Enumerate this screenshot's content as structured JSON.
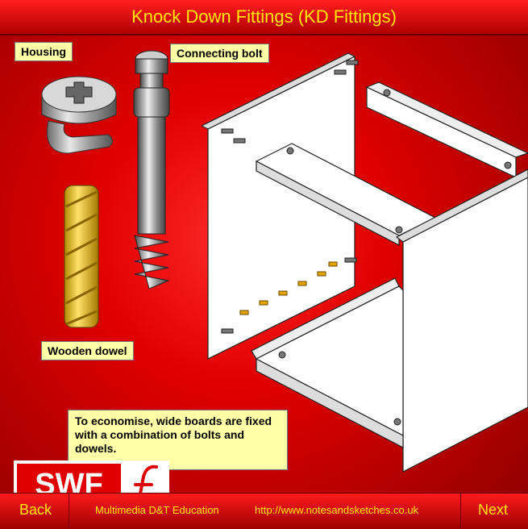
{
  "title": "Knock Down Fittings (KD Fittings)",
  "labels": {
    "housing": "Housing",
    "connecting_bolt": "Connecting bolt",
    "wooden_dowel": "Wooden dowel"
  },
  "info_text": "To economise, wide boards are fixed with a combination of bolts and dowels.",
  "badge": {
    "text": "SWF",
    "icon": "flash-f-icon"
  },
  "footer": {
    "back_label": "Back",
    "credit": "Multimedia D&T Education",
    "url": "http://www.notesandsketches.co.uk",
    "next_label": "Next"
  },
  "colors": {
    "background": "#e10000",
    "title_text": "#ffe600",
    "label_bg": "#ffffa8"
  }
}
